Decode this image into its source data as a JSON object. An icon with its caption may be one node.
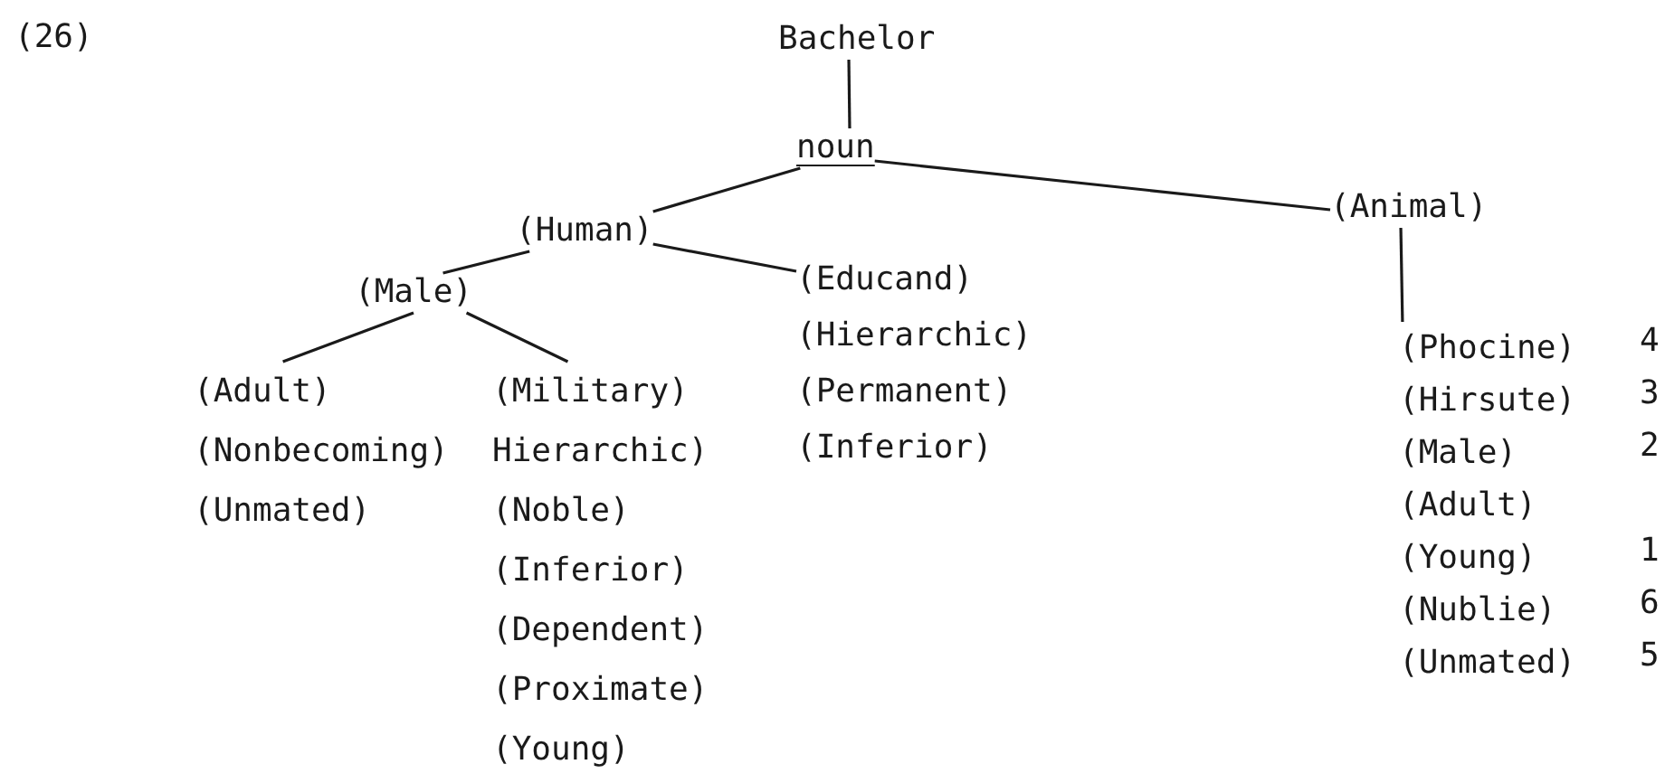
{
  "diagram": {
    "nodes": [
      {
        "text": [
          "Bachelor"
        ]
      },
      {
        "text": [
          "noun"
        ]
      },
      {
        "text": [
          "(Human)"
        ]
      },
      {
        "text": [
          "(Animal)"
        ]
      },
      {
        "text": [
          "(Male)"
        ]
      },
      {
        "text": [
          "(Educand)",
          "(Hierarchic)",
          "(Permanent)",
          "(Inferior)"
        ]
      },
      {
        "text": [
          "(Adult)",
          "(Nonbecoming)",
          "(Unmated)"
        ]
      },
      {
        "text": [
          "(Military)",
          "Hierarchic)",
          "(Noble)",
          "(Inferior)",
          "(Dependent)",
          "(Proximate)",
          "(Young)"
        ]
      },
      {
        "text": [
          "(Phocine)",
          "(Hirsute)",
          "(Male)",
          "(Adult)",
          "(Young)",
          "(Nublie)",
          "(Unmated)"
        ]
      }
    ],
    "edges": [
      {
        "from": 0,
        "to": 1,
        "arrow": "none"
      },
      {
        "from": 1,
        "to": 2,
        "arrow": "none"
      },
      {
        "from": 1,
        "to": 3,
        "arrow": "none"
      },
      {
        "from": 2,
        "to": 4,
        "arrow": "none"
      },
      {
        "from": 2,
        "to": 5,
        "arrow": "none"
      },
      {
        "from": 4,
        "to": 6,
        "arrow": "none"
      },
      {
        "from": 4,
        "to": 7,
        "arrow": "none"
      },
      {
        "from": 3,
        "to": 8,
        "arrow": "none"
      }
    ],
    "labels": [
      "(26)",
      "4",
      "3",
      "2",
      "1",
      "6",
      "5"
    ]
  }
}
